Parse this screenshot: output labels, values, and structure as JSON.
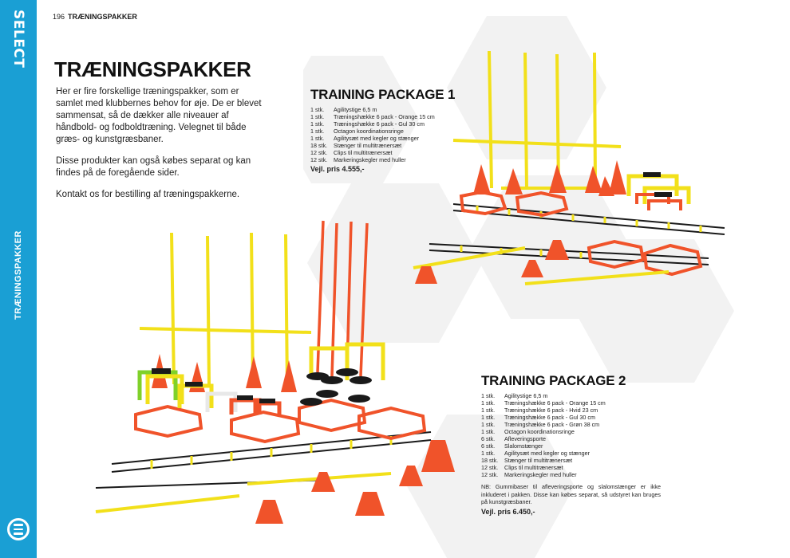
{
  "header": {
    "page_number": "196",
    "section": "TRÆNINGSPAKKER"
  },
  "sidebar": {
    "brand": "SELECT",
    "section_title": "TRÆNINGSPAKKER",
    "menu_icon": "menu-lines-icon"
  },
  "main": {
    "title": "TRÆNINGSPAKKER",
    "paragraphs": [
      "Her er fire forskellige træningspakker, som er samlet med klubbernes behov for øje. De er blevet sammensat, så de dækker alle niveauer af håndbold- og fodboldtræning. Velegnet til både græs- og kunstgræsbaner.",
      "Disse produkter kan også købes separat og kan findes på de foregående sider.",
      "Kontakt os for bestilling af træningspakkerne."
    ]
  },
  "package1": {
    "title": "TRAINING PACKAGE 1",
    "items": [
      {
        "qty": "1 stk.",
        "desc": "Agilitystige 6,5 m"
      },
      {
        "qty": "1 stk.",
        "desc": "Træningshække 6 pack - Orange 15 cm"
      },
      {
        "qty": "1 stk.",
        "desc": "Træningshække 6 pack - Gul 30 cm"
      },
      {
        "qty": "1 stk.",
        "desc": "Octagon koordinationsringe"
      },
      {
        "qty": "1 stk.",
        "desc": "Agilitysæt med kegler og stænger"
      },
      {
        "qty": "18 stk.",
        "desc": "Stænger til multitrænersæt"
      },
      {
        "qty": "12 stk.",
        "desc": "Clips til multitrænersæt"
      },
      {
        "qty": "12 stk.",
        "desc": "Markeringskegler med huller"
      }
    ],
    "price": "Vejl. pris 4.555,-"
  },
  "package2": {
    "title": "TRAINING PACKAGE 2",
    "items": [
      {
        "qty": "1 stk.",
        "desc": "Agilitystige 6,5 m"
      },
      {
        "qty": "1 stk.",
        "desc": "Træningshække 6 pack - Orange 15 cm"
      },
      {
        "qty": "1 stk.",
        "desc": "Træningshække 6 pack - Hvid 23 cm"
      },
      {
        "qty": "1 stk.",
        "desc": "Træningshække 6 pack - Gul 30 cm"
      },
      {
        "qty": "1 stk.",
        "desc": "Træningshække 6 pack - Grøn 38 cm"
      },
      {
        "qty": "1 stk.",
        "desc": "Octagon koordinationsringe"
      },
      {
        "qty": "6 stk.",
        "desc": "Afleveringsporte"
      },
      {
        "qty": "6 stk.",
        "desc": "Slalomstænger"
      },
      {
        "qty": "1 stk.",
        "desc": "Agilitysæt med kegler og stænger"
      },
      {
        "qty": "18 stk.",
        "desc": "Stænger til multitrænersæt"
      },
      {
        "qty": "12 stk.",
        "desc": "Clips til multitrænersæt"
      },
      {
        "qty": "12 stk.",
        "desc": "Markeringskegler med huller"
      }
    ],
    "note": "NB: Gummibaser til afleveringsporte og slalomstænger er ikke inkluderet i pakken. Disse kan købes separat, så udstyret kan bruges på kunstgræsbaner.",
    "price": "Vejl. pris 6.450,-"
  },
  "colors": {
    "accent": "#1a9fd4",
    "orange": "#f0532a",
    "yellow": "#f2e01a",
    "green": "#7fd12a",
    "black": "#1a1a1a"
  }
}
